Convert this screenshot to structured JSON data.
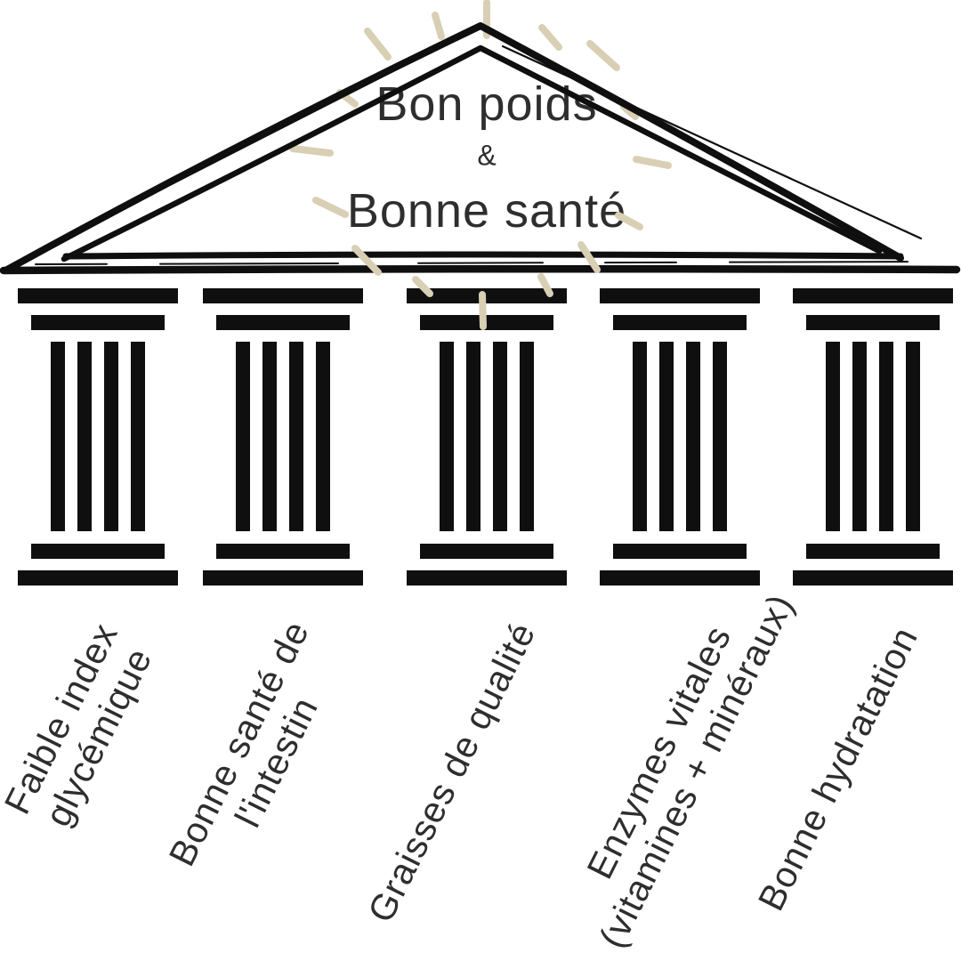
{
  "pediment": {
    "title_line1": "Bon poids",
    "ampersand": "&",
    "title_line2": "Bonne santé"
  },
  "pillars": [
    {
      "label_lines": [
        "Faible index",
        "glycémique"
      ]
    },
    {
      "label_lines": [
        "Bonne santé de",
        "l'intestin"
      ]
    },
    {
      "label_lines": [
        "Graisses de qualité"
      ]
    },
    {
      "label_lines": [
        "Enzymes vitales",
        "(vitamines + minéraux)"
      ]
    },
    {
      "label_lines": [
        "Bonne hydratation"
      ]
    }
  ],
  "icons": {
    "sun_ray": "sun-ray",
    "pediment": "hand-drawn-triangle-roof",
    "column": "doric-column"
  },
  "colors": {
    "background": "#ffffff",
    "ink": "#0f0f0f",
    "text": "#2e2e2e",
    "ray": "#d8cfb4"
  }
}
